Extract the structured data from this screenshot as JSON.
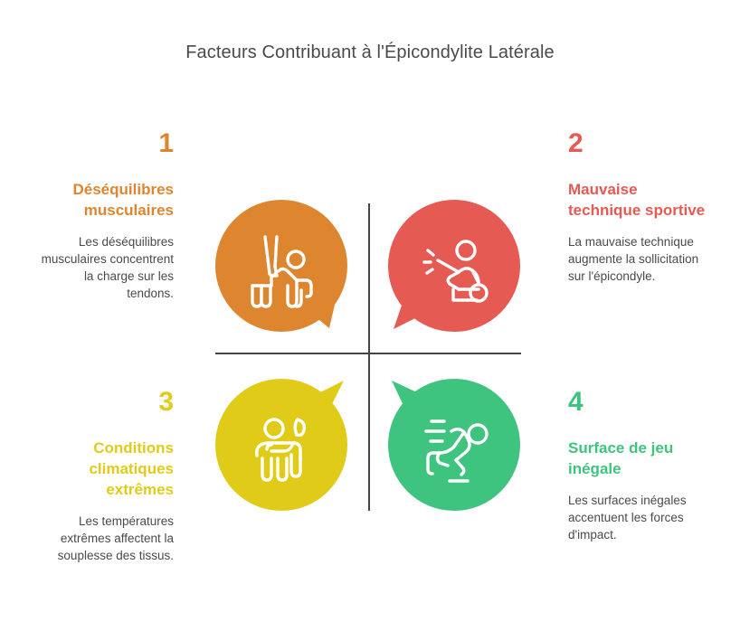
{
  "title": "Facteurs Contribuant à l'Épicondylite Latérale",
  "colors": {
    "orange": "#DE862F",
    "red": "#E55A52",
    "yellow": "#E0CC18",
    "green": "#3FC47F",
    "text": "#4a4a4a",
    "divider": "#444444",
    "background": "#ffffff"
  },
  "quadrants": [
    {
      "number": "1",
      "heading": "Déséquilibres musculaires",
      "body": "Les déséquilibres musculaires concentrent la charge sur les tendons.",
      "color": "#DE862F",
      "icon": "person-weight-machine-icon",
      "tail": "bottom-right",
      "align": "right"
    },
    {
      "number": "2",
      "heading": "Mauvaise technique sportive",
      "body": "La mauvaise technique augmente la sollicitation sur l'épicondyle.",
      "color": "#E55A52",
      "icon": "person-bad-technique-icon",
      "tail": "bottom-left",
      "align": "left"
    },
    {
      "number": "3",
      "heading": "Conditions climatiques extrêmes",
      "body": "Les températures extrêmes affectent la souplesse des tissus.",
      "color": "#E0CC18",
      "icon": "person-weather-icon",
      "tail": "top-right",
      "align": "right"
    },
    {
      "number": "4",
      "heading": "Surface de jeu inégale",
      "body": "Les surfaces inégales accentuent les forces d'impact.",
      "color": "#3FC47F",
      "icon": "person-slipping-icon",
      "tail": "top-left",
      "align": "left"
    }
  ]
}
